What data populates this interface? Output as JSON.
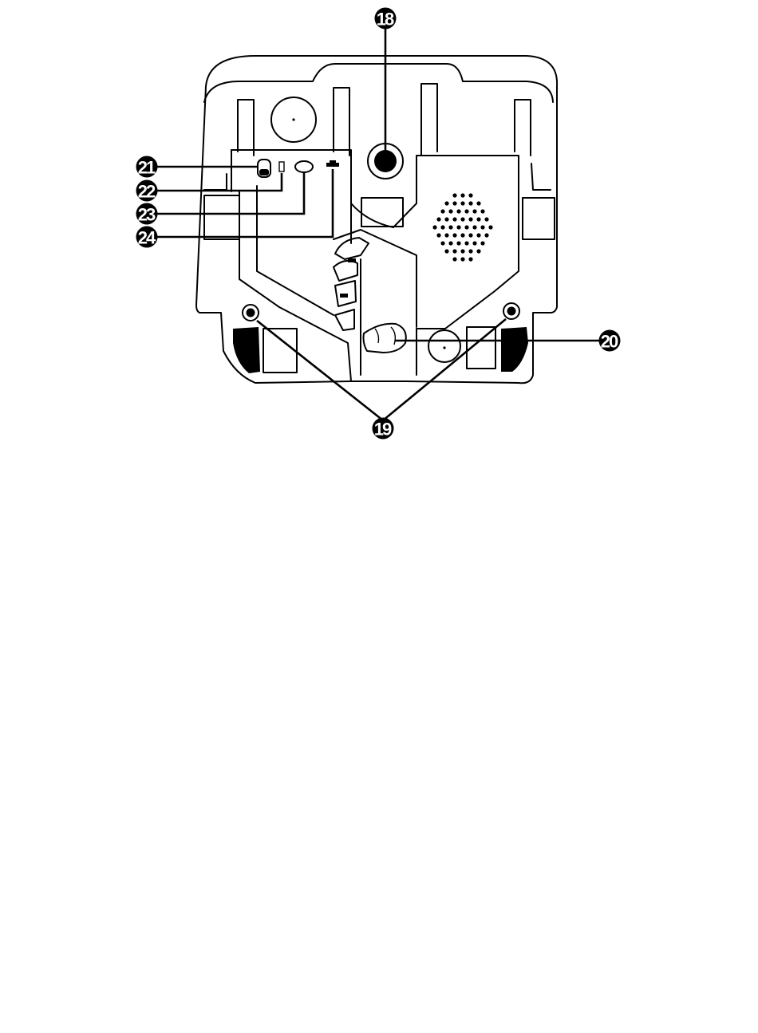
{
  "callouts": {
    "c18": "18",
    "c19": "19",
    "c20": "20",
    "c21": "21",
    "c22": "22",
    "c23": "23",
    "c24": "24"
  },
  "colors": {
    "ink": "#000000",
    "paper": "#ffffff"
  }
}
